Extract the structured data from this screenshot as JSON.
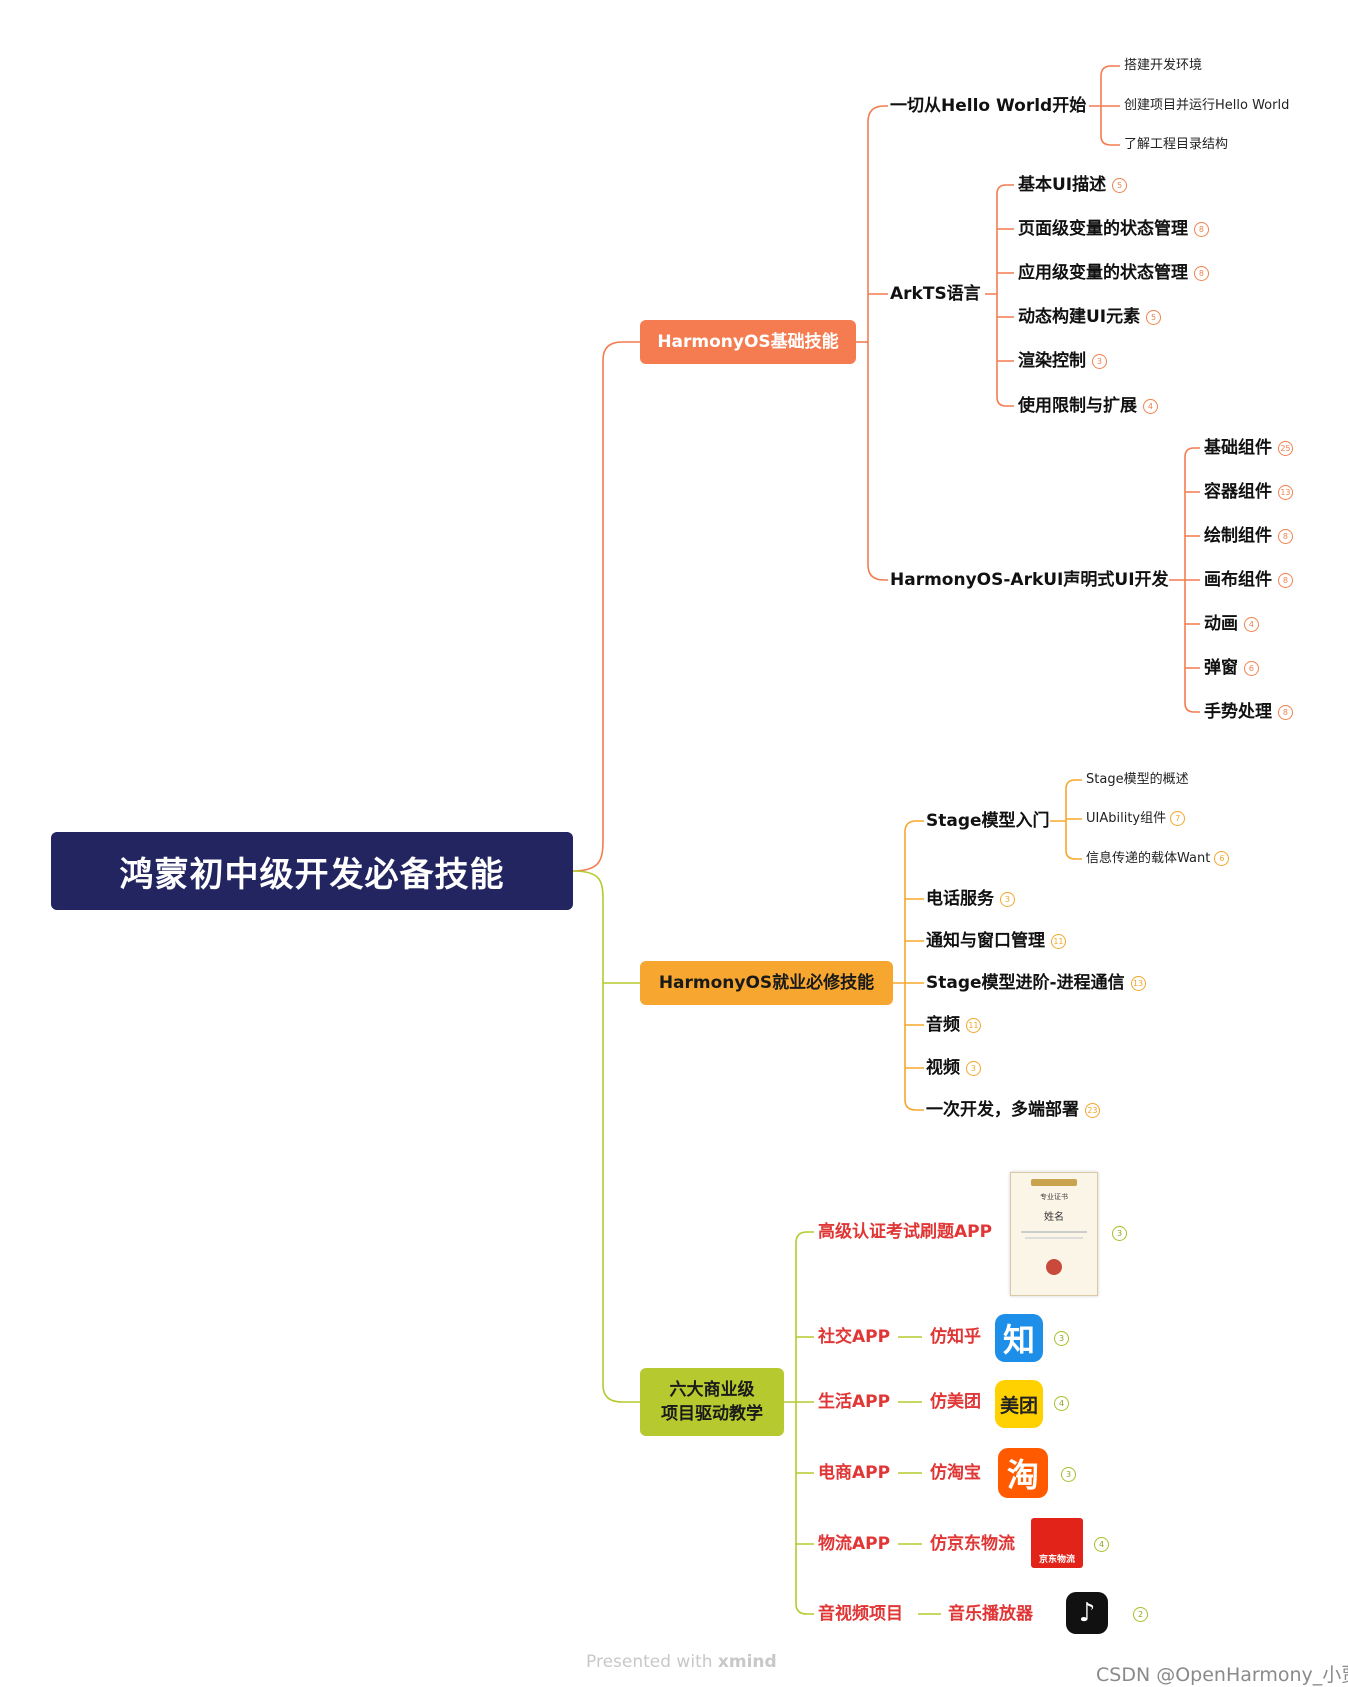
{
  "root": {
    "title": "鸿蒙初中级开发必备技能"
  },
  "branches": {
    "basic": {
      "label": "HarmonyOS基础技能",
      "hello": {
        "label": "一切从Hello World开始",
        "items": [
          "搭建开发环境",
          "创建项目并运行Hello World",
          "了解工程目录结构"
        ]
      },
      "arkts": {
        "label": "ArkTS语言",
        "items": [
          {
            "label": "基本UI描述",
            "count": "5"
          },
          {
            "label": "页面级变量的状态管理",
            "count": "8"
          },
          {
            "label": "应用级变量的状态管理",
            "count": "8"
          },
          {
            "label": "动态构建UI元素",
            "count": "5"
          },
          {
            "label": "渲染控制",
            "count": "3"
          },
          {
            "label": "使用限制与扩展",
            "count": "4"
          }
        ]
      },
      "arkui": {
        "label": "HarmonyOS-ArkUI声明式UI开发",
        "items": [
          {
            "label": "基础组件",
            "count": "25"
          },
          {
            "label": "容器组件",
            "count": "13"
          },
          {
            "label": "绘制组件",
            "count": "8"
          },
          {
            "label": "画布组件",
            "count": "8"
          },
          {
            "label": "动画",
            "count": "4"
          },
          {
            "label": "弹窗",
            "count": "6"
          },
          {
            "label": "手势处理",
            "count": "8"
          }
        ]
      }
    },
    "job": {
      "label": "HarmonyOS就业必修技能",
      "stage": {
        "label": "Stage模型入门",
        "items": [
          {
            "label": "Stage模型的概述",
            "count": ""
          },
          {
            "label": "UIAbility组件",
            "count": "7"
          },
          {
            "label": "信息传递的载体Want",
            "count": "6"
          }
        ]
      },
      "items": [
        {
          "label": "电话服务",
          "count": "3"
        },
        {
          "label": "通知与窗口管理",
          "count": "11"
        },
        {
          "label": "Stage模型进阶-进程通信",
          "count": "13"
        },
        {
          "label": "音频",
          "count": "11"
        },
        {
          "label": "视频",
          "count": "3"
        },
        {
          "label": "一次开发，多端部署",
          "count": "23"
        }
      ]
    },
    "projects": {
      "label_line1": "六大商业级",
      "label_line2": "项目驱动教学",
      "items": [
        {
          "label": "高级认证考试刷题APP",
          "sub": "",
          "count": "3",
          "icon": "certificate-icon"
        },
        {
          "label": "社交APP",
          "sub": "仿知乎",
          "count": "3",
          "icon": "zhihu-icon",
          "icon_text": "知"
        },
        {
          "label": "生活APP",
          "sub": "仿美团",
          "count": "4",
          "icon": "meituan-icon",
          "icon_text": "美团"
        },
        {
          "label": "电商APP",
          "sub": "仿淘宝",
          "count": "3",
          "icon": "taobao-icon",
          "icon_text": "淘"
        },
        {
          "label": "物流APP",
          "sub": "仿京东物流",
          "count": "4",
          "icon": "jd-logistics-icon",
          "icon_text": "京东物流"
        },
        {
          "label": "音视频项目",
          "sub": "音乐播放器",
          "count": "2",
          "icon": "tiktok-icon",
          "icon_text": "♪"
        }
      ]
    }
  },
  "certificate": {
    "header": "专业证书",
    "name": "姓名"
  },
  "footer": {
    "presented": "Presented with ",
    "brand": "xmind",
    "csdn": "CSDN @OpenHarmony_小贾"
  },
  "colors": {
    "root": "#22255f",
    "basic": "#f47c50",
    "job": "#f7a72f",
    "projects": "#b6c92e",
    "project_text": "#e03636"
  }
}
